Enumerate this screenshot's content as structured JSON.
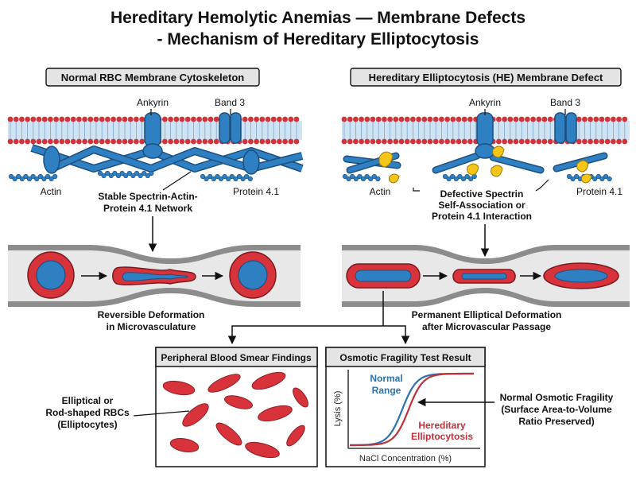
{
  "title": {
    "line1": "Hereditary Hemolytic Anemias — Membrane Defects",
    "line2": "- Mechanism of Hereditary Elliptocytosis"
  },
  "left_panel": {
    "header": "Normal RBC Membrane Cytoskeleton",
    "ankyrin": "Ankyrin",
    "band3": "Band 3",
    "actin": "Actin",
    "protein41": "Protein 4.1",
    "network_line1": "Stable Spectrin-Actin-",
    "network_line2": "Protein 4.1 Network",
    "deform_line1": "Reversible Deformation",
    "deform_line2": "in Microvasculature"
  },
  "right_panel": {
    "header": "Hereditary Elliptocytosis (HE) Membrane Defect",
    "ankyrin": "Ankyrin",
    "band3": "Band 3",
    "actin": "Actin",
    "protein41": "Protein 4.1",
    "defect_line1": "Defective Spectrin",
    "defect_line2": "Self-Association or",
    "defect_line3": "Protein 4.1 Interaction",
    "deform_line1": "Permanent Elliptical Deformation",
    "deform_line2": "after Microvascular Passage"
  },
  "smear": {
    "header": "Peripheral Blood Smear Findings",
    "label_line1": "Elliptical or",
    "label_line2": "Rod-shaped RBCs",
    "label_line3": "(Elliptocytes)"
  },
  "osmotic": {
    "header": "Osmotic Fragility Test Result",
    "normal_line1": "Normal",
    "normal_line2": "Range",
    "he_line1": "Hereditary",
    "he_line2": "Elliptocytosis",
    "ylabel": "Lysis (%)",
    "xlabel": "NaCl Concentration (%)",
    "note_line1": "Normal Osmotic Fragility",
    "note_line2": "(Surface Area-to-Volume",
    "note_line3": "Ratio Preserved)"
  },
  "colors": {
    "lipid_head": "#d2333b",
    "protein_blue": "#2f80c2",
    "protein_dark": "#1b4f80",
    "defect_yellow": "#f5c518",
    "rbc_red": "#d8333b",
    "vessel_gray": "#8c8c8c",
    "normal_curve": "#2a73b0",
    "he_curve": "#c0303a"
  }
}
